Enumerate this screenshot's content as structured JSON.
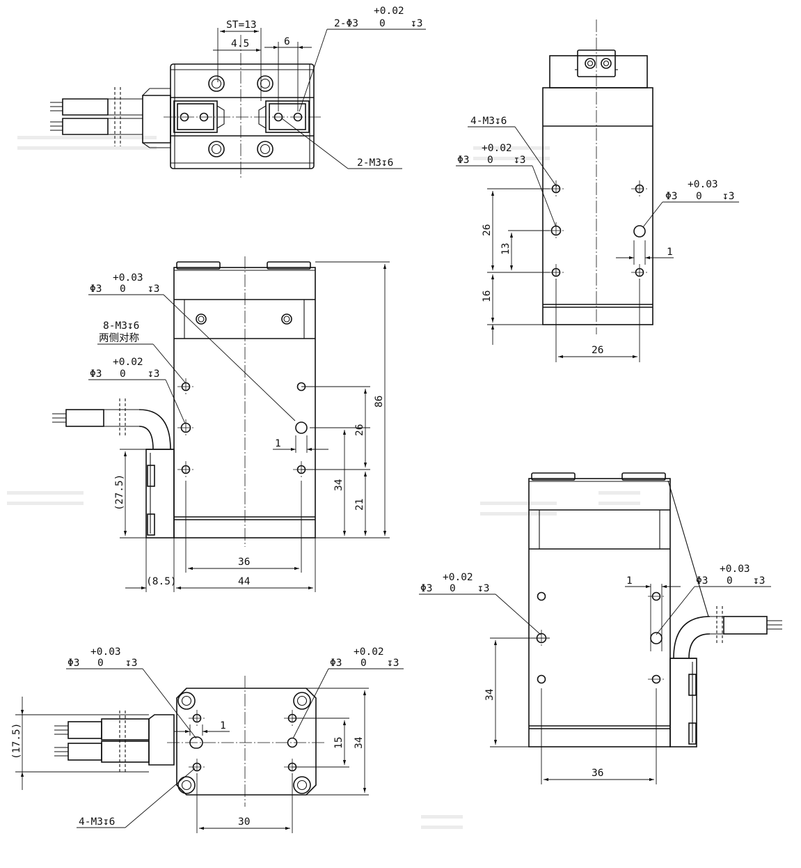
{
  "views": {
    "top": {
      "st": "ST=13",
      "dim_45": "4.5",
      "dim_6": "6",
      "pin_tol": "+0.02",
      "pin_callout": "2-Φ3",
      "pin_tol_low": "0",
      "pin_depth": "↧3",
      "thread_callout": "2-M3↧6"
    },
    "right": {
      "thread_callout": "4-M3↧6",
      "left_tol": "+0.02",
      "left_hole": "Φ3",
      "left_tol_low": "0",
      "left_depth": "↧3",
      "right_tol": "+0.03",
      "right_hole": "Φ3",
      "right_tol_low": "0",
      "right_depth": "↧3",
      "dim_26v": "26",
      "dim_13": "13",
      "dim_16": "16",
      "dim_1": "1",
      "dim_26h": "26"
    },
    "front": {
      "upper_tol": "+0.03",
      "upper_hole": "Φ3",
      "upper_tol_low": "0",
      "upper_depth": "↧3",
      "thread_callout": "8-M3↧6",
      "thread_note": "两侧对称",
      "lower_tol": "+0.02",
      "lower_hole": "Φ3",
      "lower_tol_low": "0",
      "lower_depth": "↧3",
      "dim_86": "86",
      "dim_26": "26",
      "dim_1": "1",
      "dim_34": "34",
      "dim_21": "21",
      "dim_275": "(27.5)",
      "dim_36": "36",
      "dim_85": "(8.5)",
      "dim_44": "44"
    },
    "bottom": {
      "left_tol": "+0.03",
      "left_hole": "Φ3",
      "left_tol_low": "0",
      "left_depth": "↧3",
      "right_tol": "+0.02",
      "right_hole": "Φ3",
      "right_tol_low": "0",
      "right_depth": "↧3",
      "dim_1": "1",
      "dim_175": "(17.5)",
      "dim_15": "15",
      "dim_34": "34",
      "dim_30": "30",
      "thread_callout": "4-M3↧6"
    },
    "back": {
      "left_tol": "+0.02",
      "left_hole": "Φ3",
      "left_tol_low": "0",
      "left_depth": "↧3",
      "dim_1": "1",
      "right_tol": "+0.03",
      "right_hole": "Φ3",
      "right_tol_low": "0",
      "right_depth": "↧3",
      "dim_34": "34",
      "dim_36": "36"
    }
  }
}
